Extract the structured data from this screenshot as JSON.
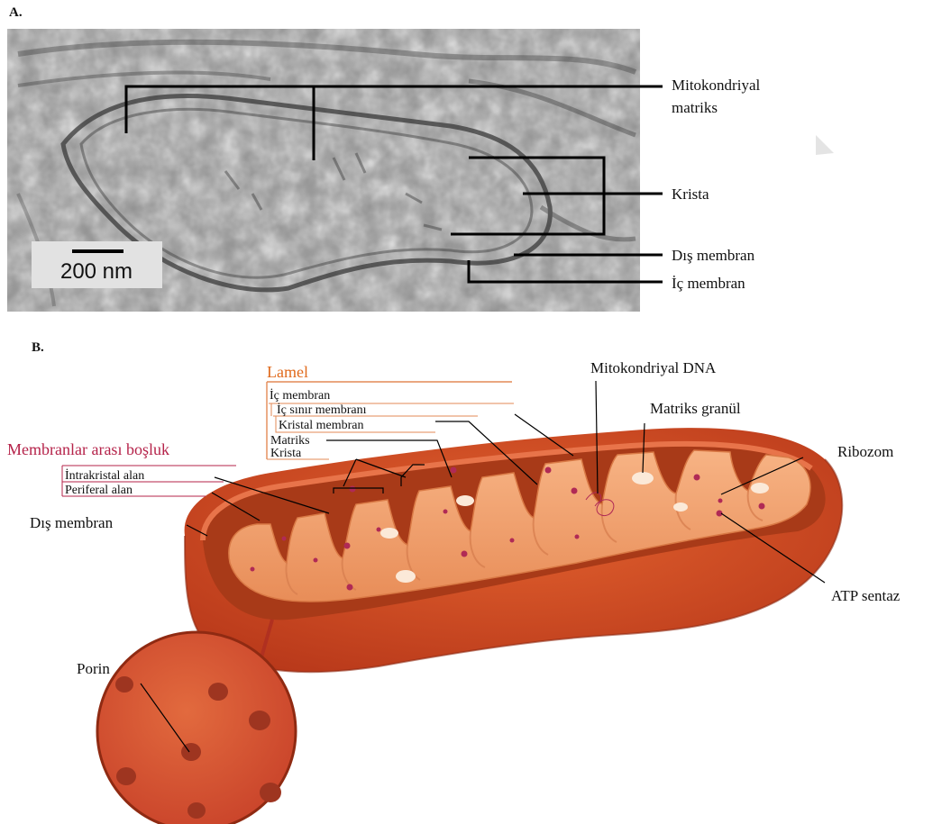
{
  "panel_a": {
    "letter": "A.",
    "scale_bar": "200 nm",
    "labels": {
      "matrix_line1": "Mitokondriyal",
      "matrix_line2": "matriks",
      "crista": "Krista",
      "outer_membrane": "Dış membran",
      "inner_membrane": "İç membran"
    }
  },
  "panel_b": {
    "letter": "B.",
    "lamel": "Lamel",
    "inner_membrane": "İç membran",
    "inner_boundary_membrane": "İç sınır membranı",
    "cristal_membrane": "Kristal membran",
    "matrix": "Matriks",
    "crista": "Krista",
    "intermembrane_space": "Membranlar arası boşluk",
    "intracristal_space": "İntrakristal alan",
    "peripheral_space": "Periferal alan",
    "outer_membrane": "Dış membran",
    "mt_dna": "Mitokondriyal DNA",
    "matrix_granule": "Matriks granül",
    "ribosome": "Ribozom",
    "atp_synthase": "ATP sentaz",
    "porin": "Porin"
  },
  "colors": {
    "outer_shell": "#d2461e",
    "outer_shell_dark": "#a5321a",
    "interior": "#a83a18",
    "cristae": "#f4a472",
    "cristae_shadow": "#e38a56",
    "dots": "#b02a55",
    "lamel_orange": "#e06a1c",
    "intermembrane_red": "#b5234a",
    "porin_bg": "#d7532d",
    "porin_spot": "#a33a1f"
  }
}
